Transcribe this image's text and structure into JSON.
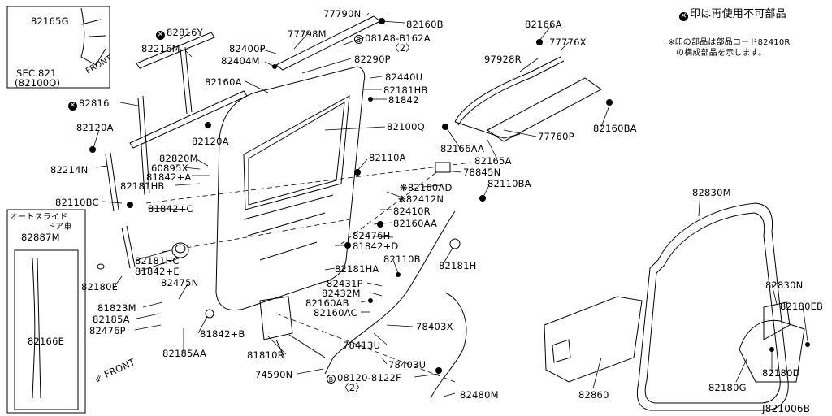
{
  "legend_note": "印は再使用不可部品",
  "asterisk_note_line1": "※印の部品は部品コード82410R",
  "asterisk_note_line2": "の構成部品を示します。",
  "figure_id": "J821006B",
  "inset1": {
    "part": "82165G",
    "sec_line1": "SEC.821",
    "sec_line2": "(82100Q)",
    "front": "FRONT"
  },
  "inset2": {
    "title_line1": "オートスライド",
    "title_line2": "ドア車",
    "part_top": "82887M",
    "part_bottom": "82166E"
  },
  "front_label": "FRONT",
  "labels": {
    "p82816Y": "82816Y",
    "p82216M": "82216M",
    "p82816": "82816",
    "p82120A_1": "82120A",
    "p82120A_2": "82120A",
    "p82214N": "82214N",
    "p82110BC": "82110BC",
    "p77790N": "77790N",
    "p82160B": "82160B",
    "p77798M": "77798M",
    "p081A8": "081A8-B162A",
    "p081A8_qty": "〈2〉",
    "p82400P": "82400P",
    "p82404M": "82404M",
    "p82290P": "82290P",
    "p82160A": "82160A",
    "p82440U": "82440U",
    "p82181HB_1": "82181HB",
    "p81842_1": "81842",
    "p82100Q": "82100Q",
    "p82166A": "82166A",
    "p77776X": "77776X",
    "p97928R": "97928R",
    "p82160BA": "82160BA",
    "p82166AA": "82166AA",
    "p77760P": "77760P",
    "p82165A": "82165A",
    "p82820M": "82820M",
    "p60895X": "60895X",
    "p81842A": "81842+A",
    "p82181HB_2": "82181HB",
    "p82110A": "82110A",
    "p78845N": "78845N",
    "p82160AD": "82160AD",
    "p82110BA": "82110BA",
    "p82412N": "82412N",
    "p82410R": "82410R",
    "p82160AA": "82160AA",
    "p81842C": "81842+C",
    "p82476H": "82476H",
    "p81842D": "81842+D",
    "p82181H": "82181H",
    "p82110B": "82110B",
    "p82181HC": "82181HC",
    "p81842E": "81842+E",
    "p82181HA": "82181HA",
    "p82180E": "82180E",
    "p82475N": "82475N",
    "p82431P": "82431P",
    "p82432M": "82432M",
    "p82160AB": "82160AB",
    "p82160AC": "82160AC",
    "p81823M": "81823M",
    "p82185A": "82185A",
    "p82476P": "82476P",
    "p81842B": "81842+B",
    "p78403X": "78403X",
    "p82185AA": "82185AA",
    "p78413U": "78413U",
    "p81810R": "81810R",
    "p78403U": "78403U",
    "p74590N": "74590N",
    "p08120": "08120-8122F",
    "p08120_qty": "〈2〉",
    "p82480M": "82480M",
    "p82830M": "82830M",
    "p82830N": "82830N",
    "p82180EB": "82180EB",
    "p82860": "82860",
    "p82180G": "82180G",
    "p82180D": "82180D"
  }
}
